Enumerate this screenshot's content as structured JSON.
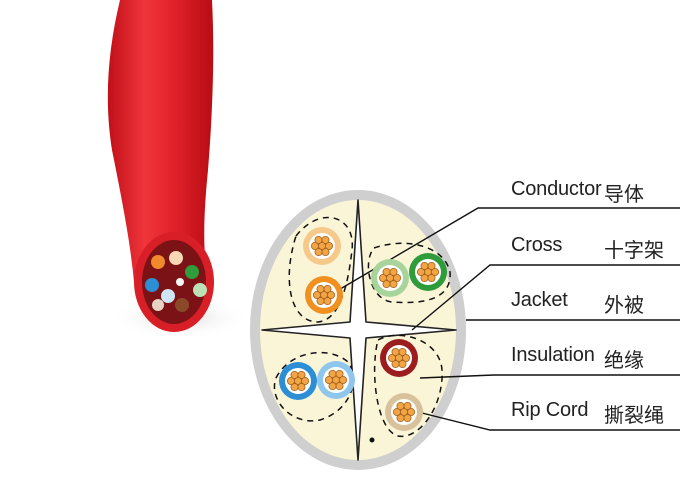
{
  "labels": [
    {
      "en": "Conductor",
      "zh": "导体"
    },
    {
      "en": "Cross",
      "zh": "十字架"
    },
    {
      "en": "Jacket",
      "zh": "外被"
    },
    {
      "en": "Insulation",
      "zh": "绝缘"
    },
    {
      "en": "Rip Cord",
      "zh": "撕裂绳"
    }
  ],
  "colors": {
    "cable_jacket": "#e8202a",
    "cross_section_fill": "#fbf5d8",
    "jacket_ring": "#c9c9c9",
    "conductor": "#f2a545",
    "orange_insulation": "#f0901e",
    "green_insulation": "#2f9b3a",
    "blue_insulation": "#2c8fd6",
    "brown_insulation": "#9b1d1d",
    "stripe_orange": "#f6c98a",
    "stripe_green": "#a6d49a",
    "stripe_blue": "#8fc6ee",
    "stripe_brown": "#d8c29c"
  }
}
